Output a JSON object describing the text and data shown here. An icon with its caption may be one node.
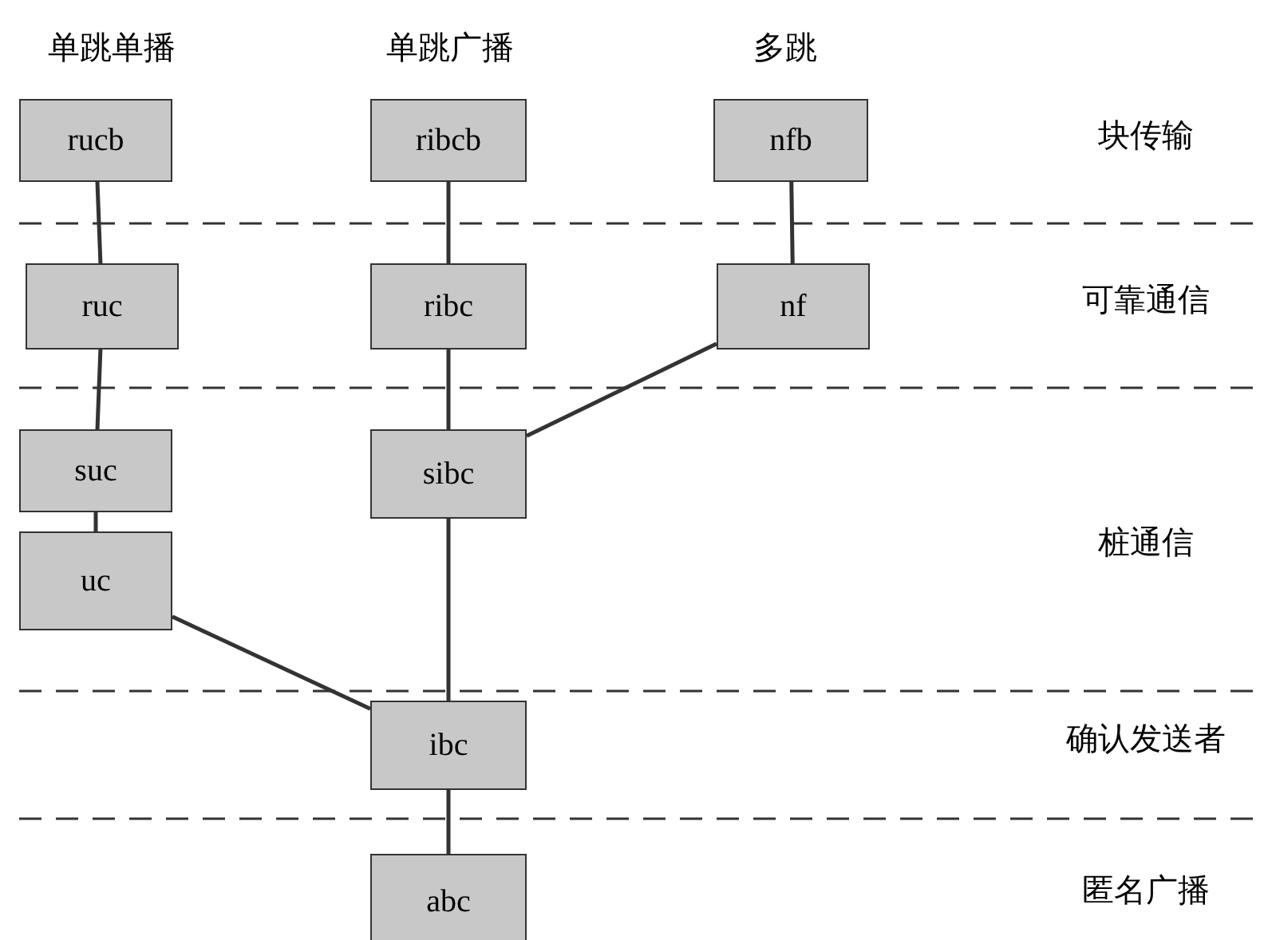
{
  "diagram": {
    "nodes": [
      {
        "text": [
          "rucb"
        ]
      },
      {
        "text": [
          "ribcb"
        ]
      },
      {
        "text": [
          "nfb"
        ]
      },
      {
        "text": [
          "ruc"
        ]
      },
      {
        "text": [
          "ribc"
        ]
      },
      {
        "text": [
          "nf"
        ]
      },
      {
        "text": [
          "suc"
        ]
      },
      {
        "text": [
          "sibc"
        ]
      },
      {
        "text": [
          "uc"
        ]
      },
      {
        "text": [
          "ibc"
        ]
      },
      {
        "text": [
          "abc"
        ]
      }
    ],
    "edges": [
      {
        "from": 0,
        "to": 3,
        "arrow": "none"
      },
      {
        "from": 1,
        "to": 4,
        "arrow": "none"
      },
      {
        "from": 2,
        "to": 5,
        "arrow": "none"
      },
      {
        "from": 3,
        "to": 6,
        "arrow": "none"
      },
      {
        "from": 4,
        "to": 7,
        "arrow": "none"
      },
      {
        "from": 5,
        "to": 7,
        "arrow": "none"
      },
      {
        "from": 6,
        "to": 8,
        "arrow": "none"
      },
      {
        "from": 7,
        "to": 9,
        "arrow": "none"
      },
      {
        "from": 8,
        "to": 9,
        "arrow": "none"
      },
      {
        "from": 9,
        "to": 10,
        "arrow": "none"
      }
    ],
    "labels": [
      "单跳单播",
      "单跳广播",
      "多跳",
      "块传输",
      "可靠通信",
      "桩通信",
      "确认发送者",
      "匿名广播"
    ]
  }
}
